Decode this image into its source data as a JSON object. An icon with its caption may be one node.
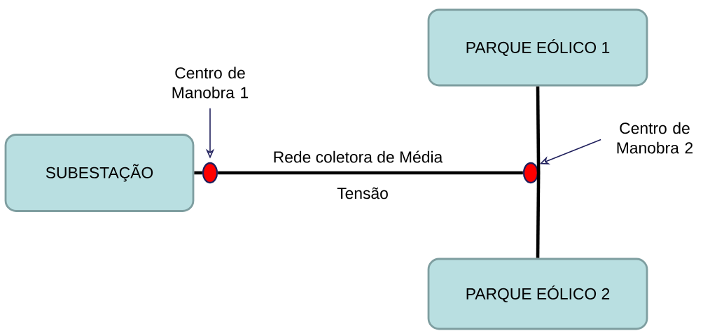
{
  "diagram": {
    "nodes": [
      {
        "text": [
          "SUBESTAÇÃO"
        ]
      },
      {
        "text": [
          "PARQUE EÓLICO 1"
        ]
      },
      {
        "text": [
          "PARQUE EÓLICO 2"
        ]
      },
      {
        "text": [],
        "shape": "circle"
      },
      {
        "text": [],
        "shape": "circle"
      },
      {
        "text": [
          "Centro de Manobra 1"
        ]
      },
      {
        "text": [
          "Centro de Manobra 2"
        ]
      }
    ],
    "edges": [
      {
        "from": 0,
        "to": 3,
        "arrow": "none"
      },
      {
        "from": 3,
        "to": 4,
        "arrow": "none"
      },
      {
        "from": 4,
        "to": 1,
        "arrow": "none"
      },
      {
        "from": 4,
        "to": 2,
        "arrow": "none"
      },
      {
        "from": 5,
        "to": 3,
        "arrow": "to",
        "color": "#1f1f5c"
      },
      {
        "from": 6,
        "to": 4,
        "arrow": "to",
        "color": "#1f1f5c"
      }
    ],
    "labels": [
      "Rede coletora de Média",
      "Tensão"
    ]
  }
}
